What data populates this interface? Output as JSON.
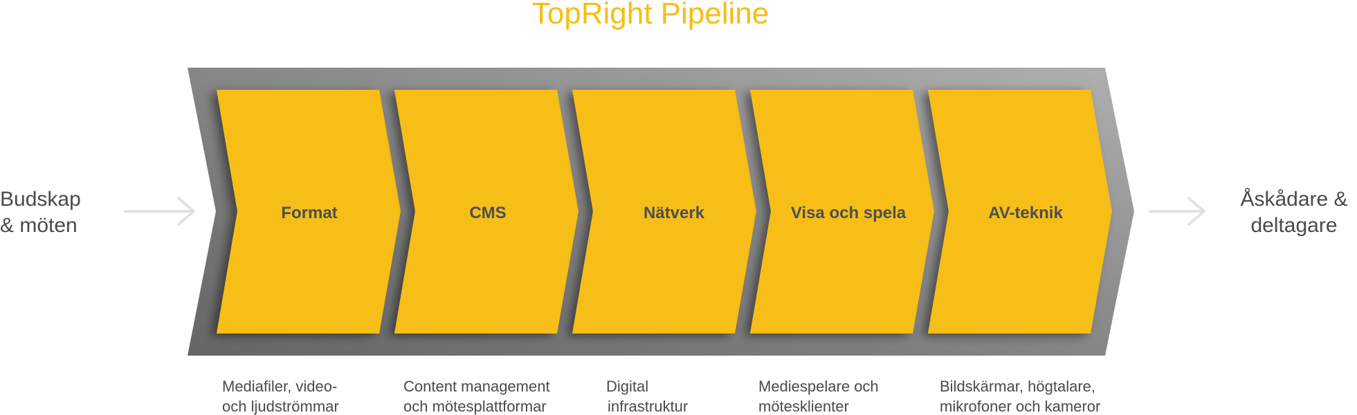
{
  "title": "TopRight Pipeline",
  "input": {
    "line1": "Budskap",
    "line2": "& möten"
  },
  "output": {
    "line1": "Åskådare &",
    "line2": "deltagare"
  },
  "colors": {
    "accent": "#f6be14",
    "band_dark": "#6c6c6c",
    "band_light": "#a6a6a6",
    "arrow": "#e2e2e2",
    "text": "#4a4a4a"
  },
  "stages": [
    {
      "label": "Format",
      "desc_line1": "Mediafiler, video-",
      "desc_line2": "och ljudströmmar"
    },
    {
      "label": "CMS",
      "desc_line1": "Content management",
      "desc_line2": "och mötesplattformar"
    },
    {
      "label": "Nätverk",
      "desc_line1": "Digital",
      "desc_line2": "infrastruktur"
    },
    {
      "label": "Visa och spela",
      "desc_line1": "Mediespelare och",
      "desc_line2": "mötesklienter"
    },
    {
      "label": "AV-teknik",
      "desc_line1": "Bildskärmar, högtalare,",
      "desc_line2": "mikrofoner och kameror"
    }
  ]
}
